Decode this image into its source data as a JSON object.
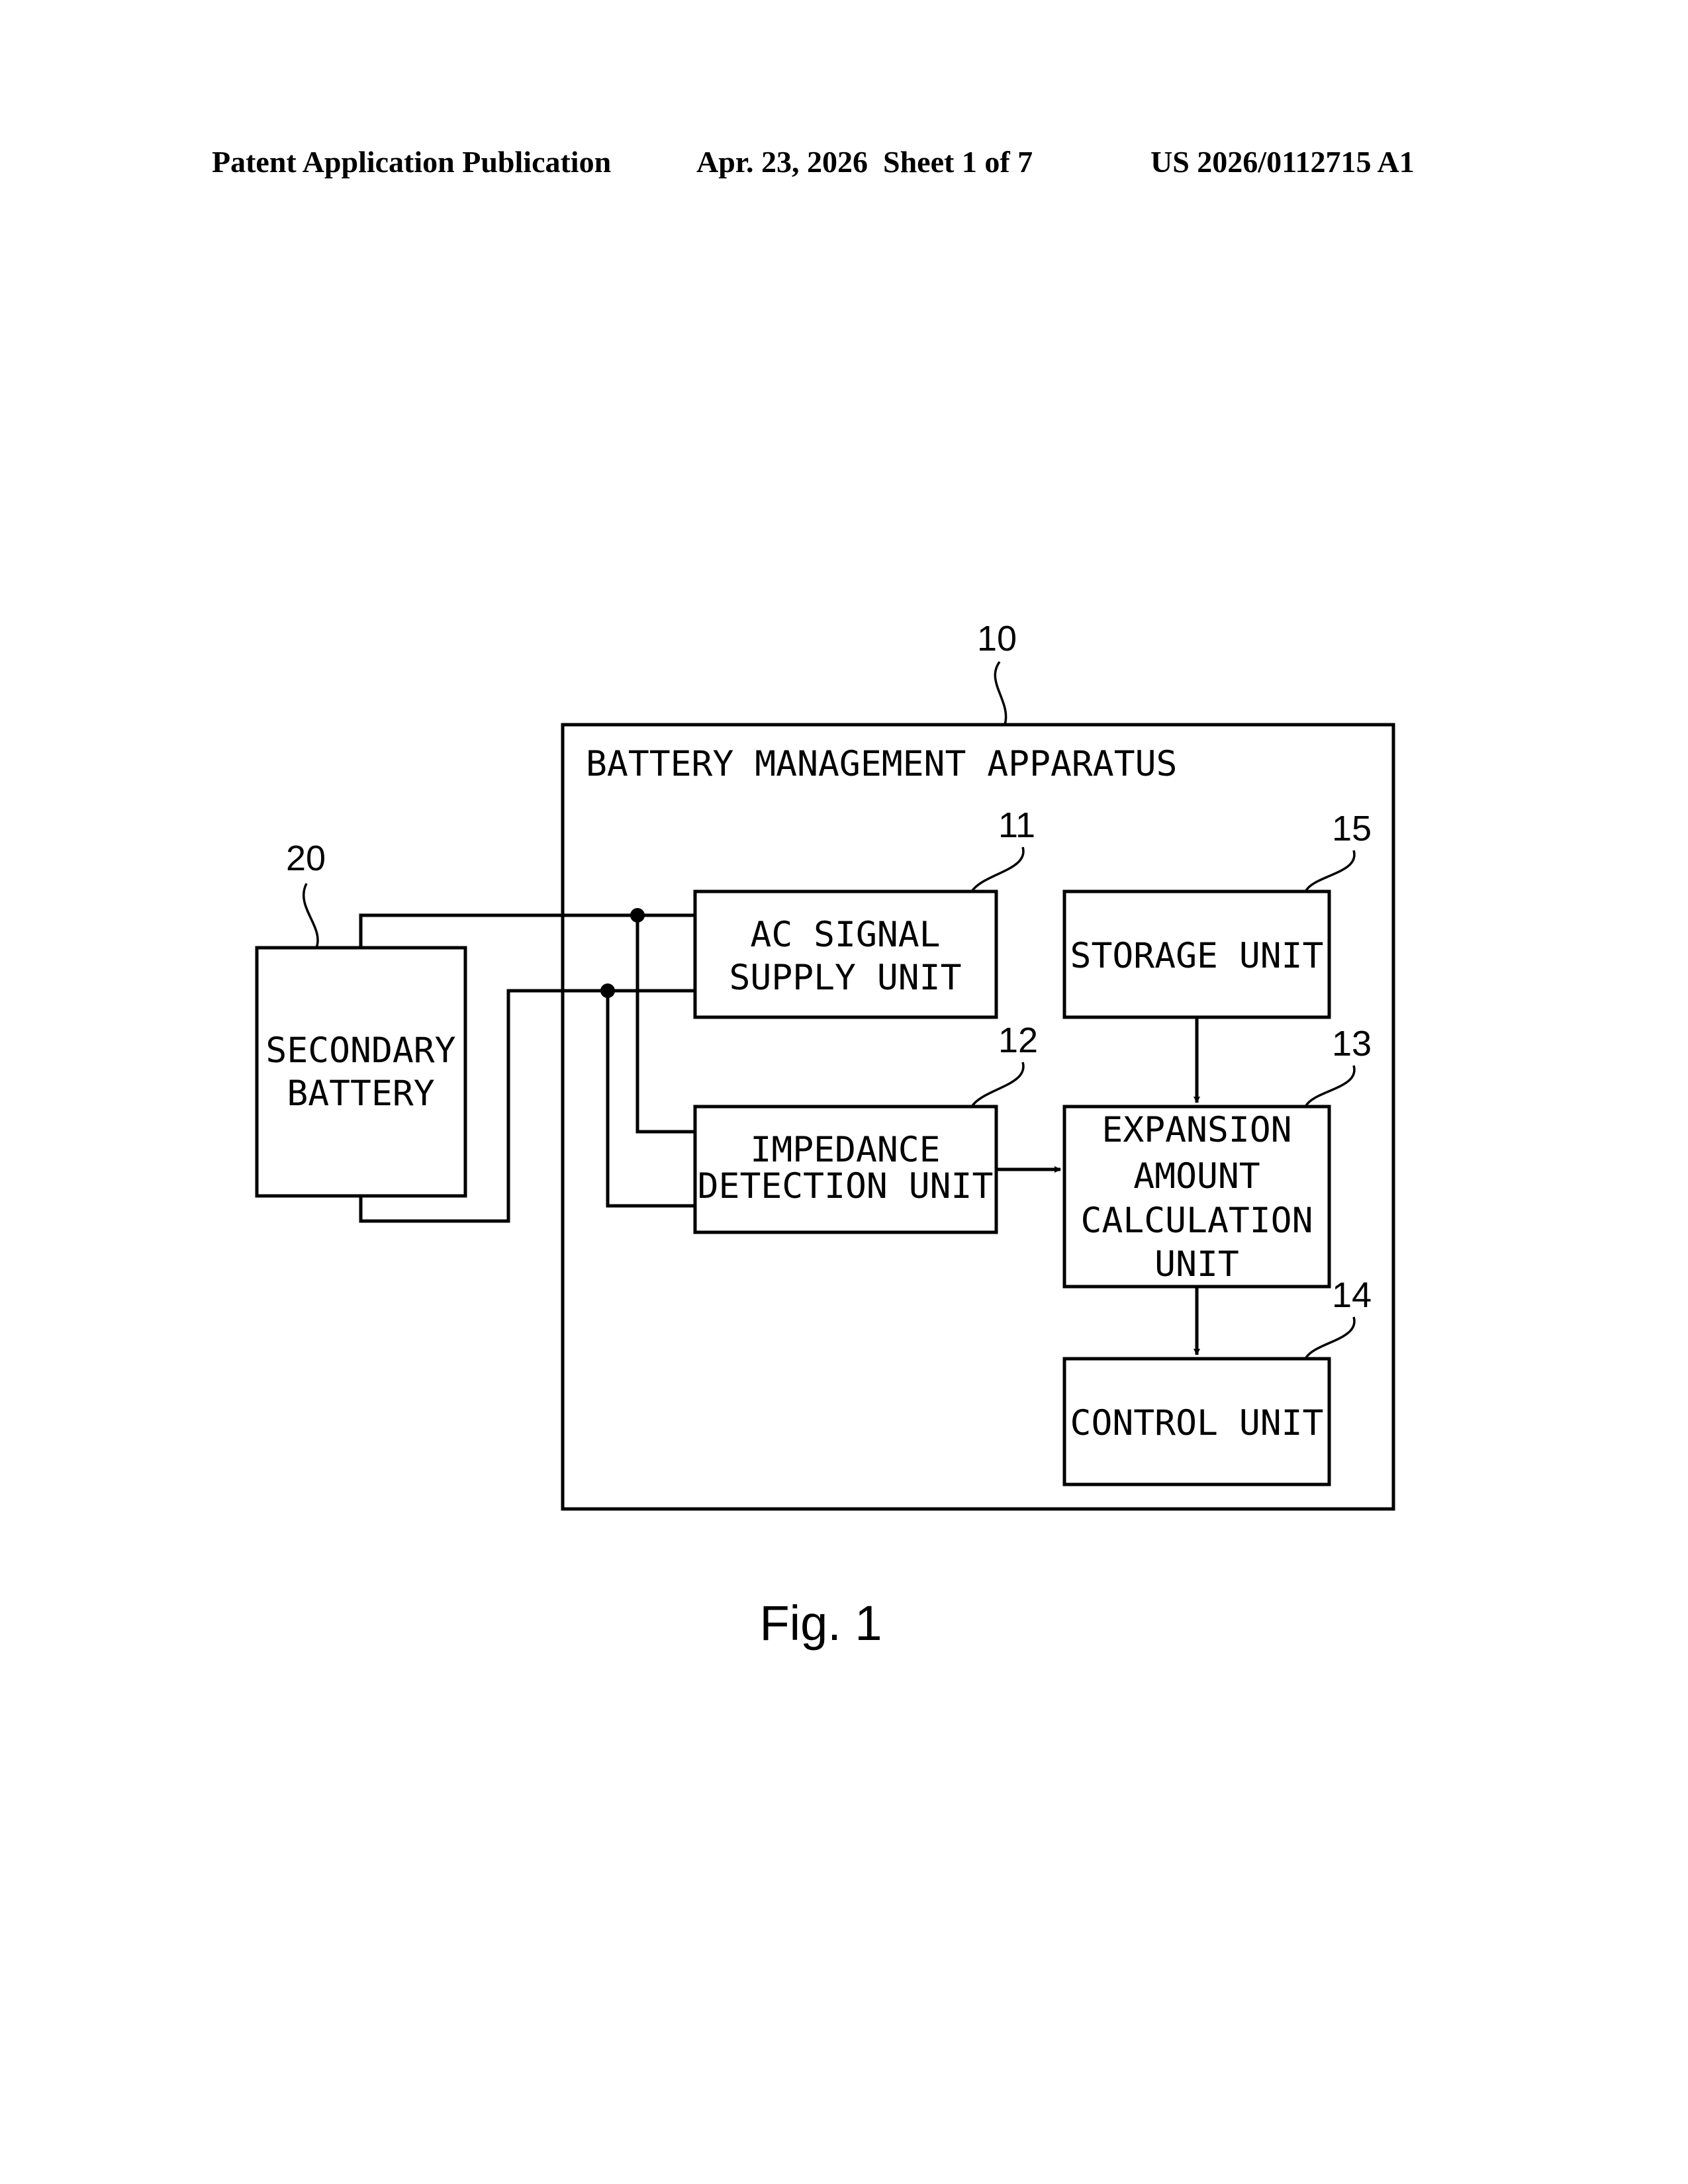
{
  "header": {
    "publication": "Patent Application Publication",
    "date_sheet": "Apr. 23, 2026  Sheet 1 of 7",
    "number": "US 2026/0112715 A1"
  },
  "diagram": {
    "apparatus": {
      "ref": "10",
      "label": "BATTERY MANAGEMENT APPARATUS"
    },
    "battery": {
      "ref": "20",
      "line1": "SECONDARY",
      "line2": "BATTERY"
    },
    "ac_supply": {
      "ref": "11",
      "line1": "AC SIGNAL",
      "line2": "SUPPLY UNIT"
    },
    "impedance": {
      "ref": "12",
      "line1": "IMPEDANCE",
      "line2": "DETECTION UNIT"
    },
    "expansion": {
      "ref": "13",
      "line1": "EXPANSION",
      "line2": "AMOUNT",
      "line3": "CALCULATION",
      "line4": "UNIT"
    },
    "control": {
      "ref": "14",
      "label": "CONTROL UNIT"
    },
    "storage": {
      "ref": "15",
      "label": "STORAGE UNIT"
    },
    "caption": "Fig. 1"
  }
}
